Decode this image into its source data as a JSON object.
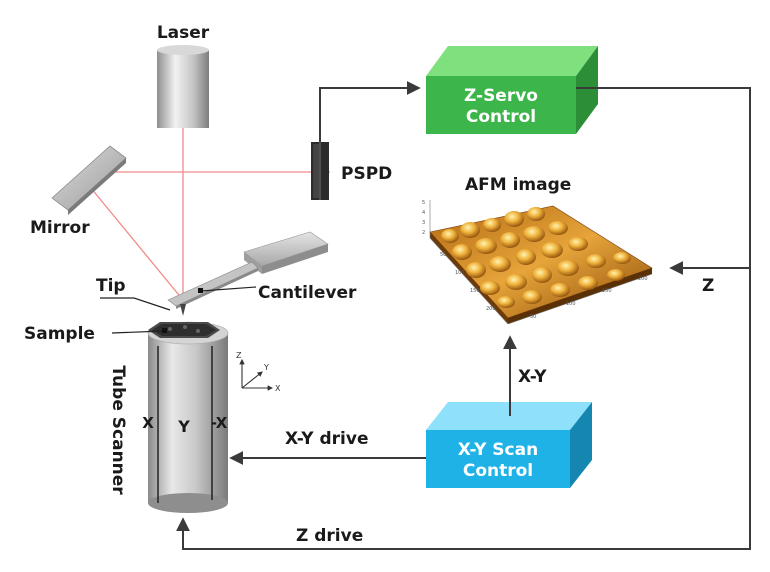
{
  "labels": {
    "laser": "Laser",
    "mirror": "Mirror",
    "pspd": "PSPD",
    "tip": "Tip",
    "cantilever": "Cantilever",
    "sample": "Sample",
    "tube_scanner": "Tube Scanner",
    "afm_image": "AFM image",
    "z_servo_line1": "Z-Servo",
    "z_servo_line2": "Control",
    "xy_scan_line1": "X-Y Scan",
    "xy_scan_line2": "Control",
    "z": "Z",
    "xy": "X-Y",
    "xy_drive": "X-Y drive",
    "z_drive": "Z drive",
    "scanner_x_left": "X",
    "scanner_y": "Y",
    "scanner_x_right": "-X",
    "axis_z": "Z",
    "axis_y": "Y",
    "axis_x": "X"
  },
  "colors": {
    "z_servo_box": "#3cb54a",
    "xy_scan_box": "#1fb2e6",
    "laser_beam": "#f08a8a",
    "arrow": "#3a3a3a"
  }
}
